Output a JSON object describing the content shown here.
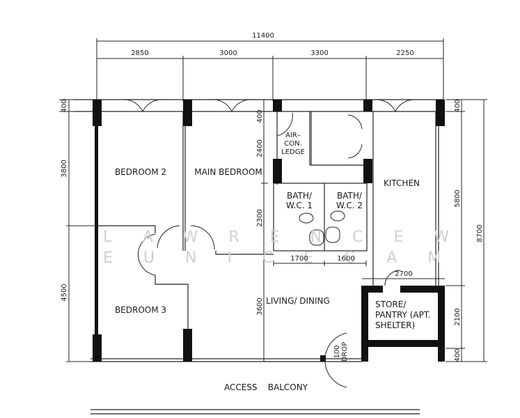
{
  "plan": {
    "rooms": {
      "bedroom2": "BEDROOM 2",
      "main_bedroom": "MAIN BEDROOM",
      "aircon_1": "AIR–",
      "aircon_2": "CON.",
      "aircon_3": "LEDGE",
      "bath1_1": "BATH/",
      "bath1_2": "W.C. 1",
      "bath2_1": "BATH/",
      "bath2_2": "W.C. 2",
      "kitchen": "KITCHEN",
      "bedroom3": "BEDROOM 3",
      "living": "LIVING/ DINING",
      "store_1": "STORE/",
      "store_2": "PANTRY (APT.",
      "store_3": "SHELTER)",
      "drop_1": "100",
      "drop_2": "DROP",
      "balcony": "ACCESS    BALCONY"
    },
    "dimensions": {
      "overall_width": "11400",
      "top": [
        "2850",
        "3000",
        "3300",
        "2250"
      ],
      "left": [
        "400",
        "3800",
        "4500"
      ],
      "inner_left": [
        "400",
        "2400",
        "2300",
        "3600"
      ],
      "bath": [
        "1700",
        "1600"
      ],
      "right_inner": [
        "400",
        "5800",
        "2100",
        "400"
      ],
      "right_outer": "8700",
      "store_width": "2700"
    },
    "watermark": {
      "line1": "LAWRENCEW",
      "line2": "EUNICEGAM"
    }
  }
}
